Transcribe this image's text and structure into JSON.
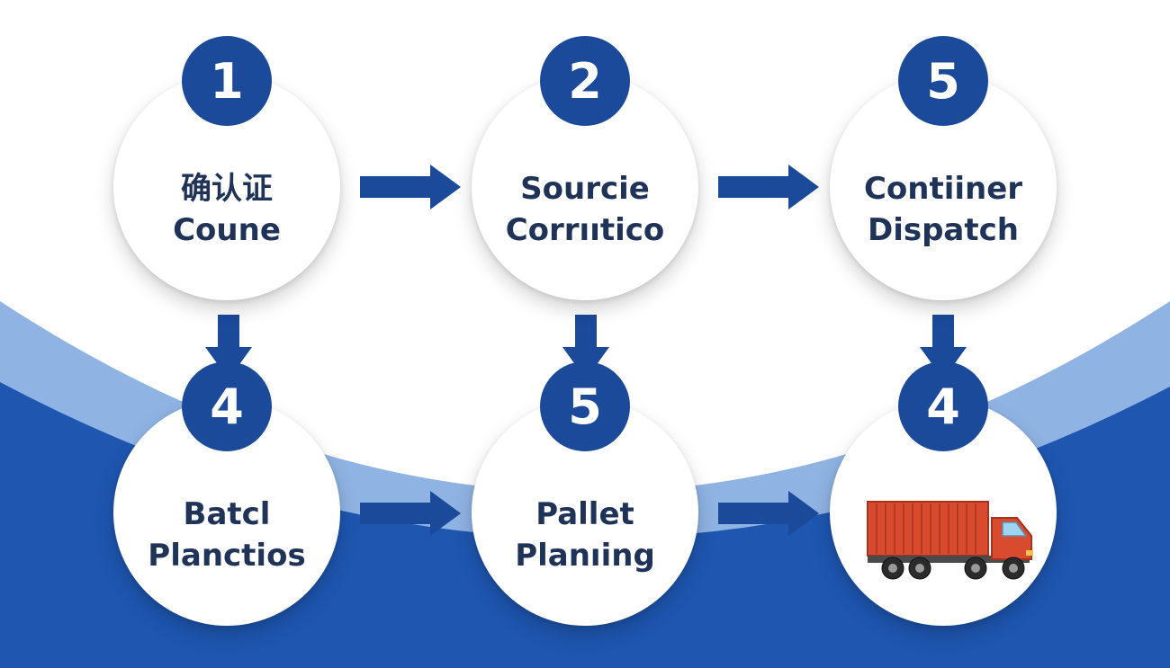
{
  "nodes": [
    {
      "number": "1",
      "line1": "确认证",
      "line2": "Coune"
    },
    {
      "number": "2",
      "line1": "Sourcie",
      "line2": "Corrııtico"
    },
    {
      "number": "5",
      "line1": "Contiiner",
      "line2": "Dispatch"
    },
    {
      "number": "4",
      "line1": "Batcl",
      "line2": "Planctios"
    },
    {
      "number": "5",
      "line1": "Pallet",
      "line2": "Planıing"
    },
    {
      "number": "4",
      "icon": "truck-icon"
    }
  ],
  "colors": {
    "primary": "#1b4a9a",
    "light_band": "#8fb3e3",
    "dark_band": "#1e56b0",
    "text": "#1f3258"
  }
}
